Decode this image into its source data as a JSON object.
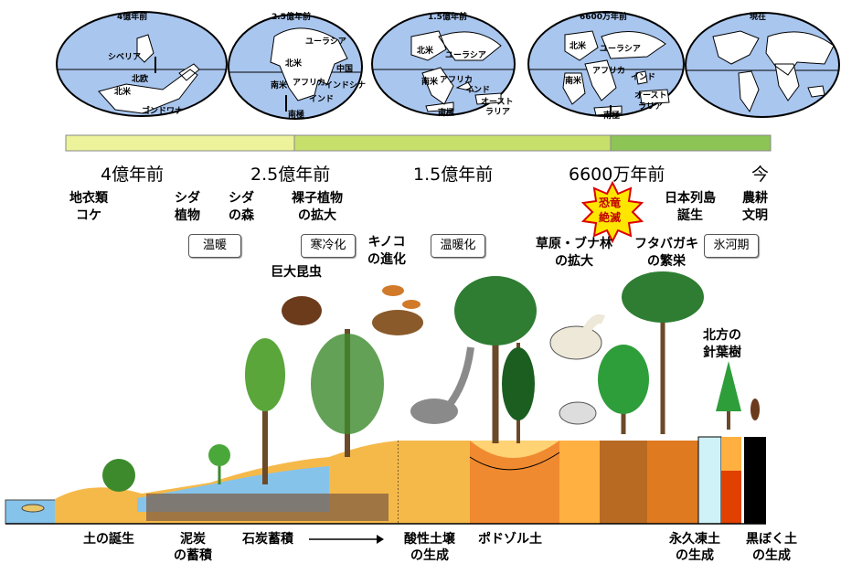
{
  "globes": [
    {
      "time": "4億年前",
      "labels": [
        "シベリア",
        "北欧",
        "北米",
        "ゴンドワナ"
      ]
    },
    {
      "time": "2.5億年前",
      "labels": [
        "ユーラシア",
        "北米",
        "中国",
        "南米",
        "アフリカ",
        "インドシナ",
        "インド",
        "南極"
      ]
    },
    {
      "time": "1.5億年前",
      "labels": [
        "北米",
        "ユーラシア",
        "南米",
        "アフリカ",
        "インド",
        "オースト",
        "ラリア",
        "南極"
      ]
    },
    {
      "time": "6600万年前",
      "labels": [
        "北米",
        "ユーラシア",
        "アフリカ",
        "南米",
        "インド",
        "オースト",
        "ラリア",
        "南極"
      ]
    },
    {
      "time": "現在",
      "labels": []
    }
  ],
  "eras": [
    "4億年前",
    "2.5億年前",
    "1.5億年前",
    "6600万年前",
    "今"
  ],
  "events": {
    "lichen": "地衣類\nコケ",
    "fern_plant": "シダ\n植物",
    "fern_forest": "シダ\nの森",
    "gymnosperm": "裸子植物\nの拡大",
    "mushroom": "キノコ\nの進化",
    "insect": "巨大昆虫",
    "extinction": "恐竜\n絶滅",
    "japan": "日本列島\n誕生",
    "farming": "農耕\n文明",
    "grassland": "草原・ブナ林\nの拡大",
    "dipterocarp": "フタバガキ\nの繁栄",
    "conifer": "北方の\n針葉樹"
  },
  "climate": [
    "温暖",
    "寒冷化",
    "温暖化",
    "氷河期"
  ],
  "soils": [
    "土の誕生",
    "泥炭\nの蓄積",
    "石炭蓄積",
    "酸性土壌\nの生成",
    "ポドゾル土",
    "永久凍土\nの生成",
    "黒ぼく土\nの生成"
  ],
  "colors": {
    "ocean": "#a9c6ef",
    "bar_light": "#ecf39a",
    "bar_mid": "#c7e06b",
    "bar_dark": "#8cc455",
    "soil": "#f5b94a",
    "water": "#86c3ea",
    "peat": "#7a5a40"
  }
}
